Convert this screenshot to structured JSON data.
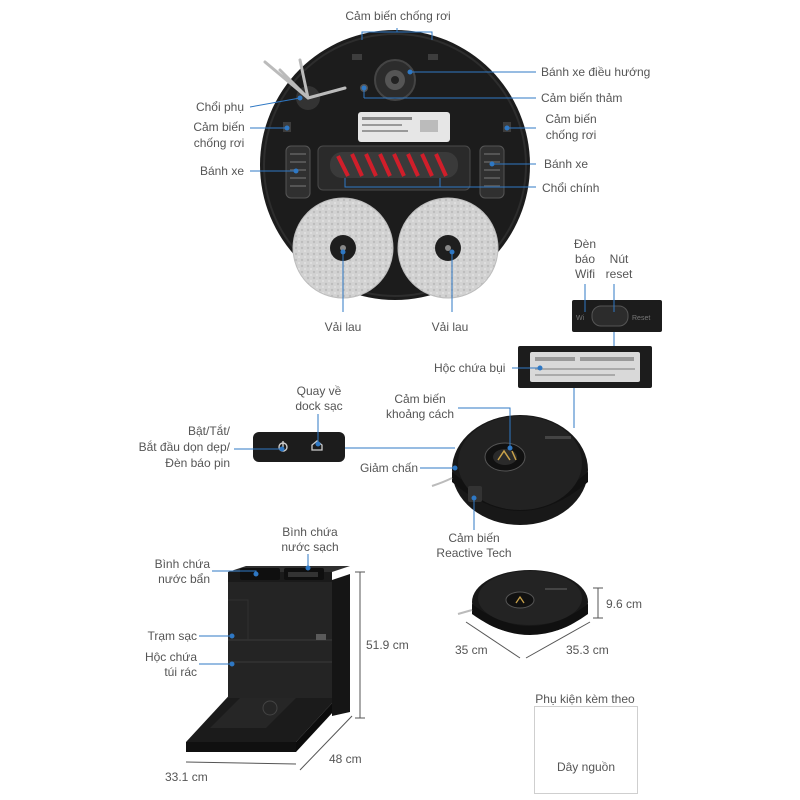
{
  "labels": {
    "cliff_sensor_top": "Cảm biến chống rơi",
    "steering_wheel": "Bánh xe điều hướng",
    "carpet_sensor": "Cảm biến thảm",
    "side_brush": "Chổi phụ",
    "cliff_sensor_left_1": "Cảm biến",
    "cliff_sensor_left_2": "chống rơi",
    "cliff_sensor_right_1": "Cảm biến",
    "cliff_sensor_right_2": "chống rơi",
    "wheel_left": "Bánh xe",
    "wheel_right": "Bánh xe",
    "main_brush": "Chổi chính",
    "mop_left": "Vải lau",
    "mop_right": "Vải lau",
    "wifi_light_1": "Đèn",
    "wifi_light_2": "báo",
    "wifi_light_3": "Wifi",
    "reset_button_1": "Nút",
    "reset_button_2": "reset",
    "dustbin": "Hộc chứa bụi",
    "return_dock_1": "Quay về",
    "return_dock_2": "dock sạc",
    "distance_sensor_1": "Cảm biến",
    "distance_sensor_2": "khoảng cách",
    "power_1": "Bật/Tắt/",
    "power_2": "Bắt đầu dọn dẹp/",
    "power_3": "Đèn báo pin",
    "bumper": "Giảm chấn",
    "reactive_tech_1": "Cảm biến",
    "reactive_tech_2": "Reactive Tech",
    "clean_tank_1": "Bình chứa",
    "clean_tank_2": "nước sạch",
    "dirty_tank_1": "Bình chứa",
    "dirty_tank_2": "nước bẩn",
    "charging_station": "Trạm sạc",
    "trash_bag_1": "Hộc chứa",
    "trash_bag_2": "túi rác",
    "accessories_title": "Phụ kiện kèm theo",
    "power_cord": "Dây nguồn"
  },
  "dimensions": {
    "dock_height": "51.9 cm",
    "dock_depth": "48 cm",
    "dock_width": "33.1 cm",
    "robot_height": "9.6 cm",
    "robot_width": "35 cm",
    "robot_depth": "35.3 cm"
  },
  "colors": {
    "callout_line": "#2f78c4",
    "dimension_line": "#555555",
    "label_text": "#555555",
    "robot_body": "#1c1c1c",
    "mop_pad": "#cfcfcf",
    "main_brush_accent": "#d01e2a"
  }
}
